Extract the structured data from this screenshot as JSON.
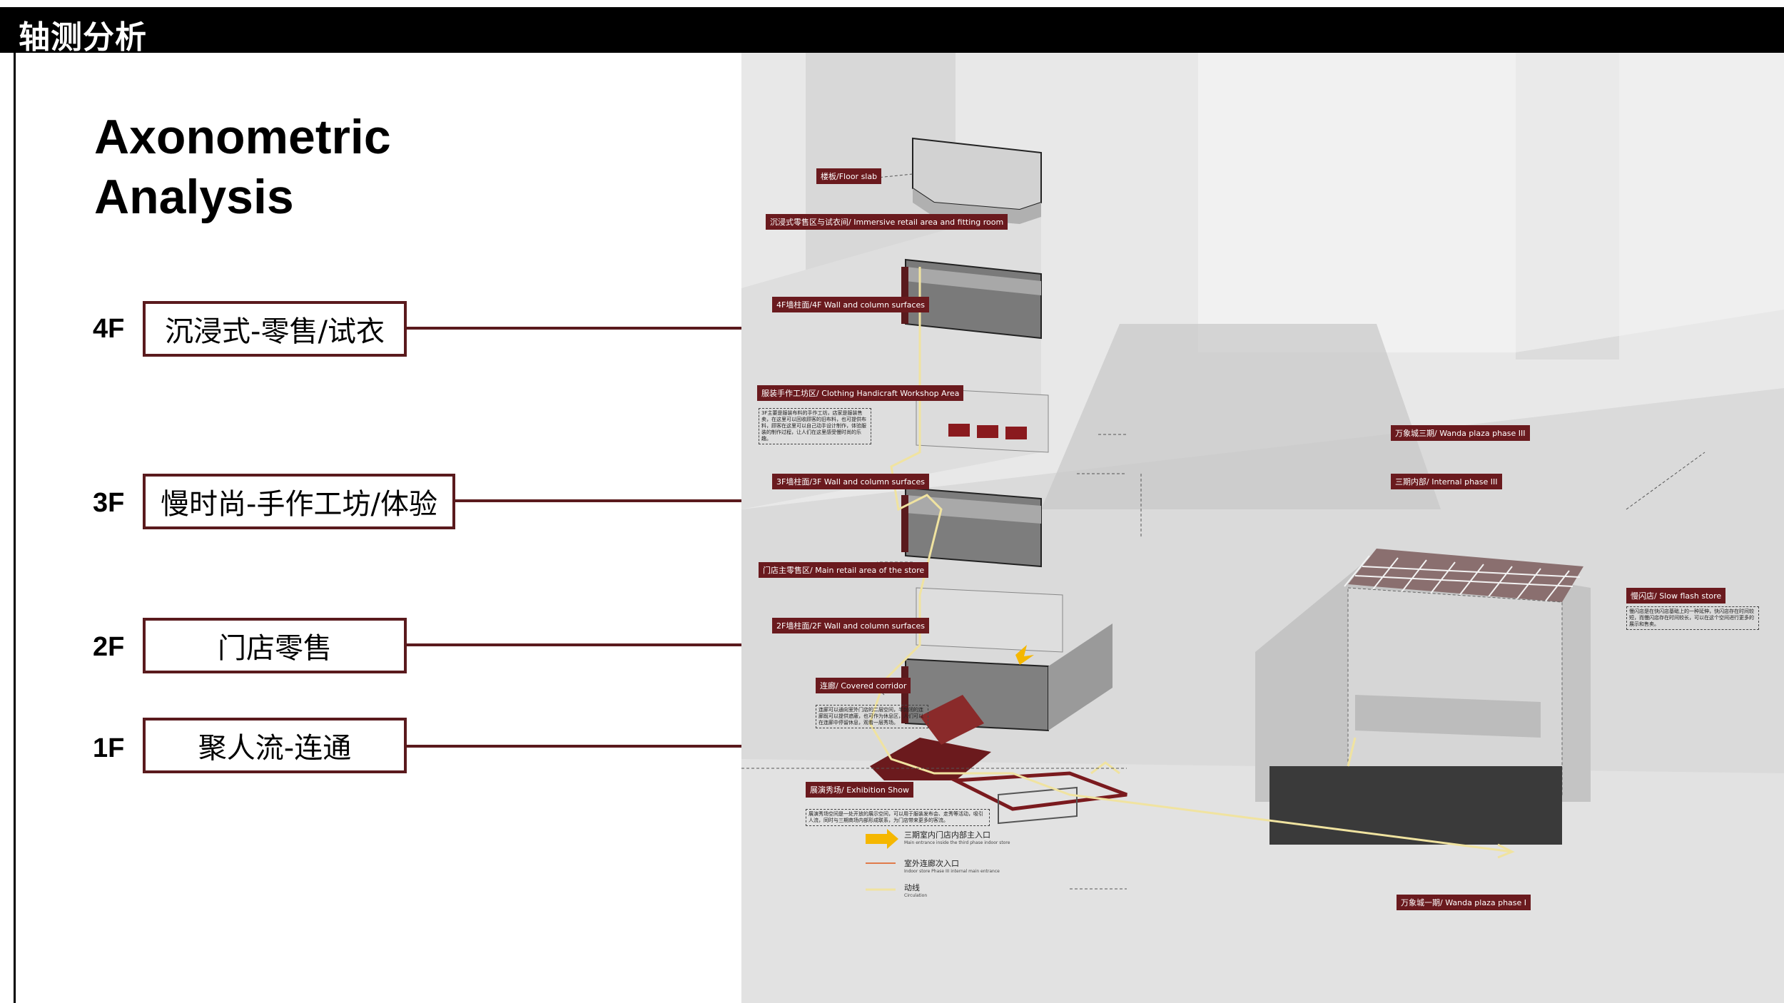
{
  "header": {
    "title": "轴测分析"
  },
  "heading": {
    "line1": "Axonometric",
    "line2": "Analysis"
  },
  "floors": [
    {
      "label": "4F",
      "text": "沉浸式-零售/试衣"
    },
    {
      "label": "3F",
      "text": "慢时尚-手作工坊/体验"
    },
    {
      "label": "2F",
      "text": "门店零售"
    },
    {
      "label": "1F",
      "text": "聚人流-连通"
    }
  ],
  "colors": {
    "accent": "#5a1a1d",
    "tag": "#6a1a1e",
    "circulation": "#f0e3a0",
    "entrance": "#f5b700",
    "indoor": "#e07a4a"
  },
  "tags": {
    "floor_slab": "楼板/Floor slab",
    "immersive": "沉浸式零售区与试衣间/ Immersive retail area and fitting room",
    "wall4f": "4F墙柱面/4F Wall and column surfaces",
    "workshop": "服装手作工坊区/ Clothing Handicraft Workshop Area",
    "wall3f": "3F墙柱面/3F Wall and column surfaces",
    "main_retail": "门店主零售区/ Main retail area of the store",
    "wall2f": "2F墙柱面/2F Wall and column surfaces",
    "corridor": "连廊/ Covered corridor",
    "exhibition": "展演秀场/ Exhibition Show",
    "wanda3": "万象城三期/ Wanda plaza phase III",
    "internal3": "三期内部/ Internal phase III",
    "slowflash": "慢闪店/ Slow flash store",
    "wanda1": "万象城一期/ Wanda plaza phase I"
  },
  "notes": {
    "workshop": "3F主要是服装布料的手作工坊，店家是服装售卖，在这里可以回收顾客的旧布料，也可提供布料，顾客在这里可以自己动手设计制作，体验服装的制作过程，让人们在这里感受慢时尚的乐趣。",
    "corridor": "连廊可以通向室外门店的二层空间，半封闭的连廊既可以提供遮蔽，也可作为休息区，人们可以在连廊中停留休息，观看一层秀场。",
    "exhibition": "展演秀场空间是一处开放的展示空间，可以用于服装发布会、走秀等活动，吸引人流，同时与三期商场内部形成联系，为门店带来更多的客流。",
    "slowflash": "慢闪店是在快闪店基础上的一种延伸，快闪店存在时间较短，而慢闪店存在时间较长，可以在这个空间进行更多的展示和售卖。"
  },
  "legend": {
    "main_entrance": "三期室内门店内部主入口",
    "main_entrance_sub": "Main entrance inside the third phase indoor store",
    "indoor_entrance": "室外连廊次入口",
    "indoor_entrance_sub": "Indoor store Phase III internal main entrance",
    "circulation": "动线",
    "circulation_sub": "Circulation"
  }
}
